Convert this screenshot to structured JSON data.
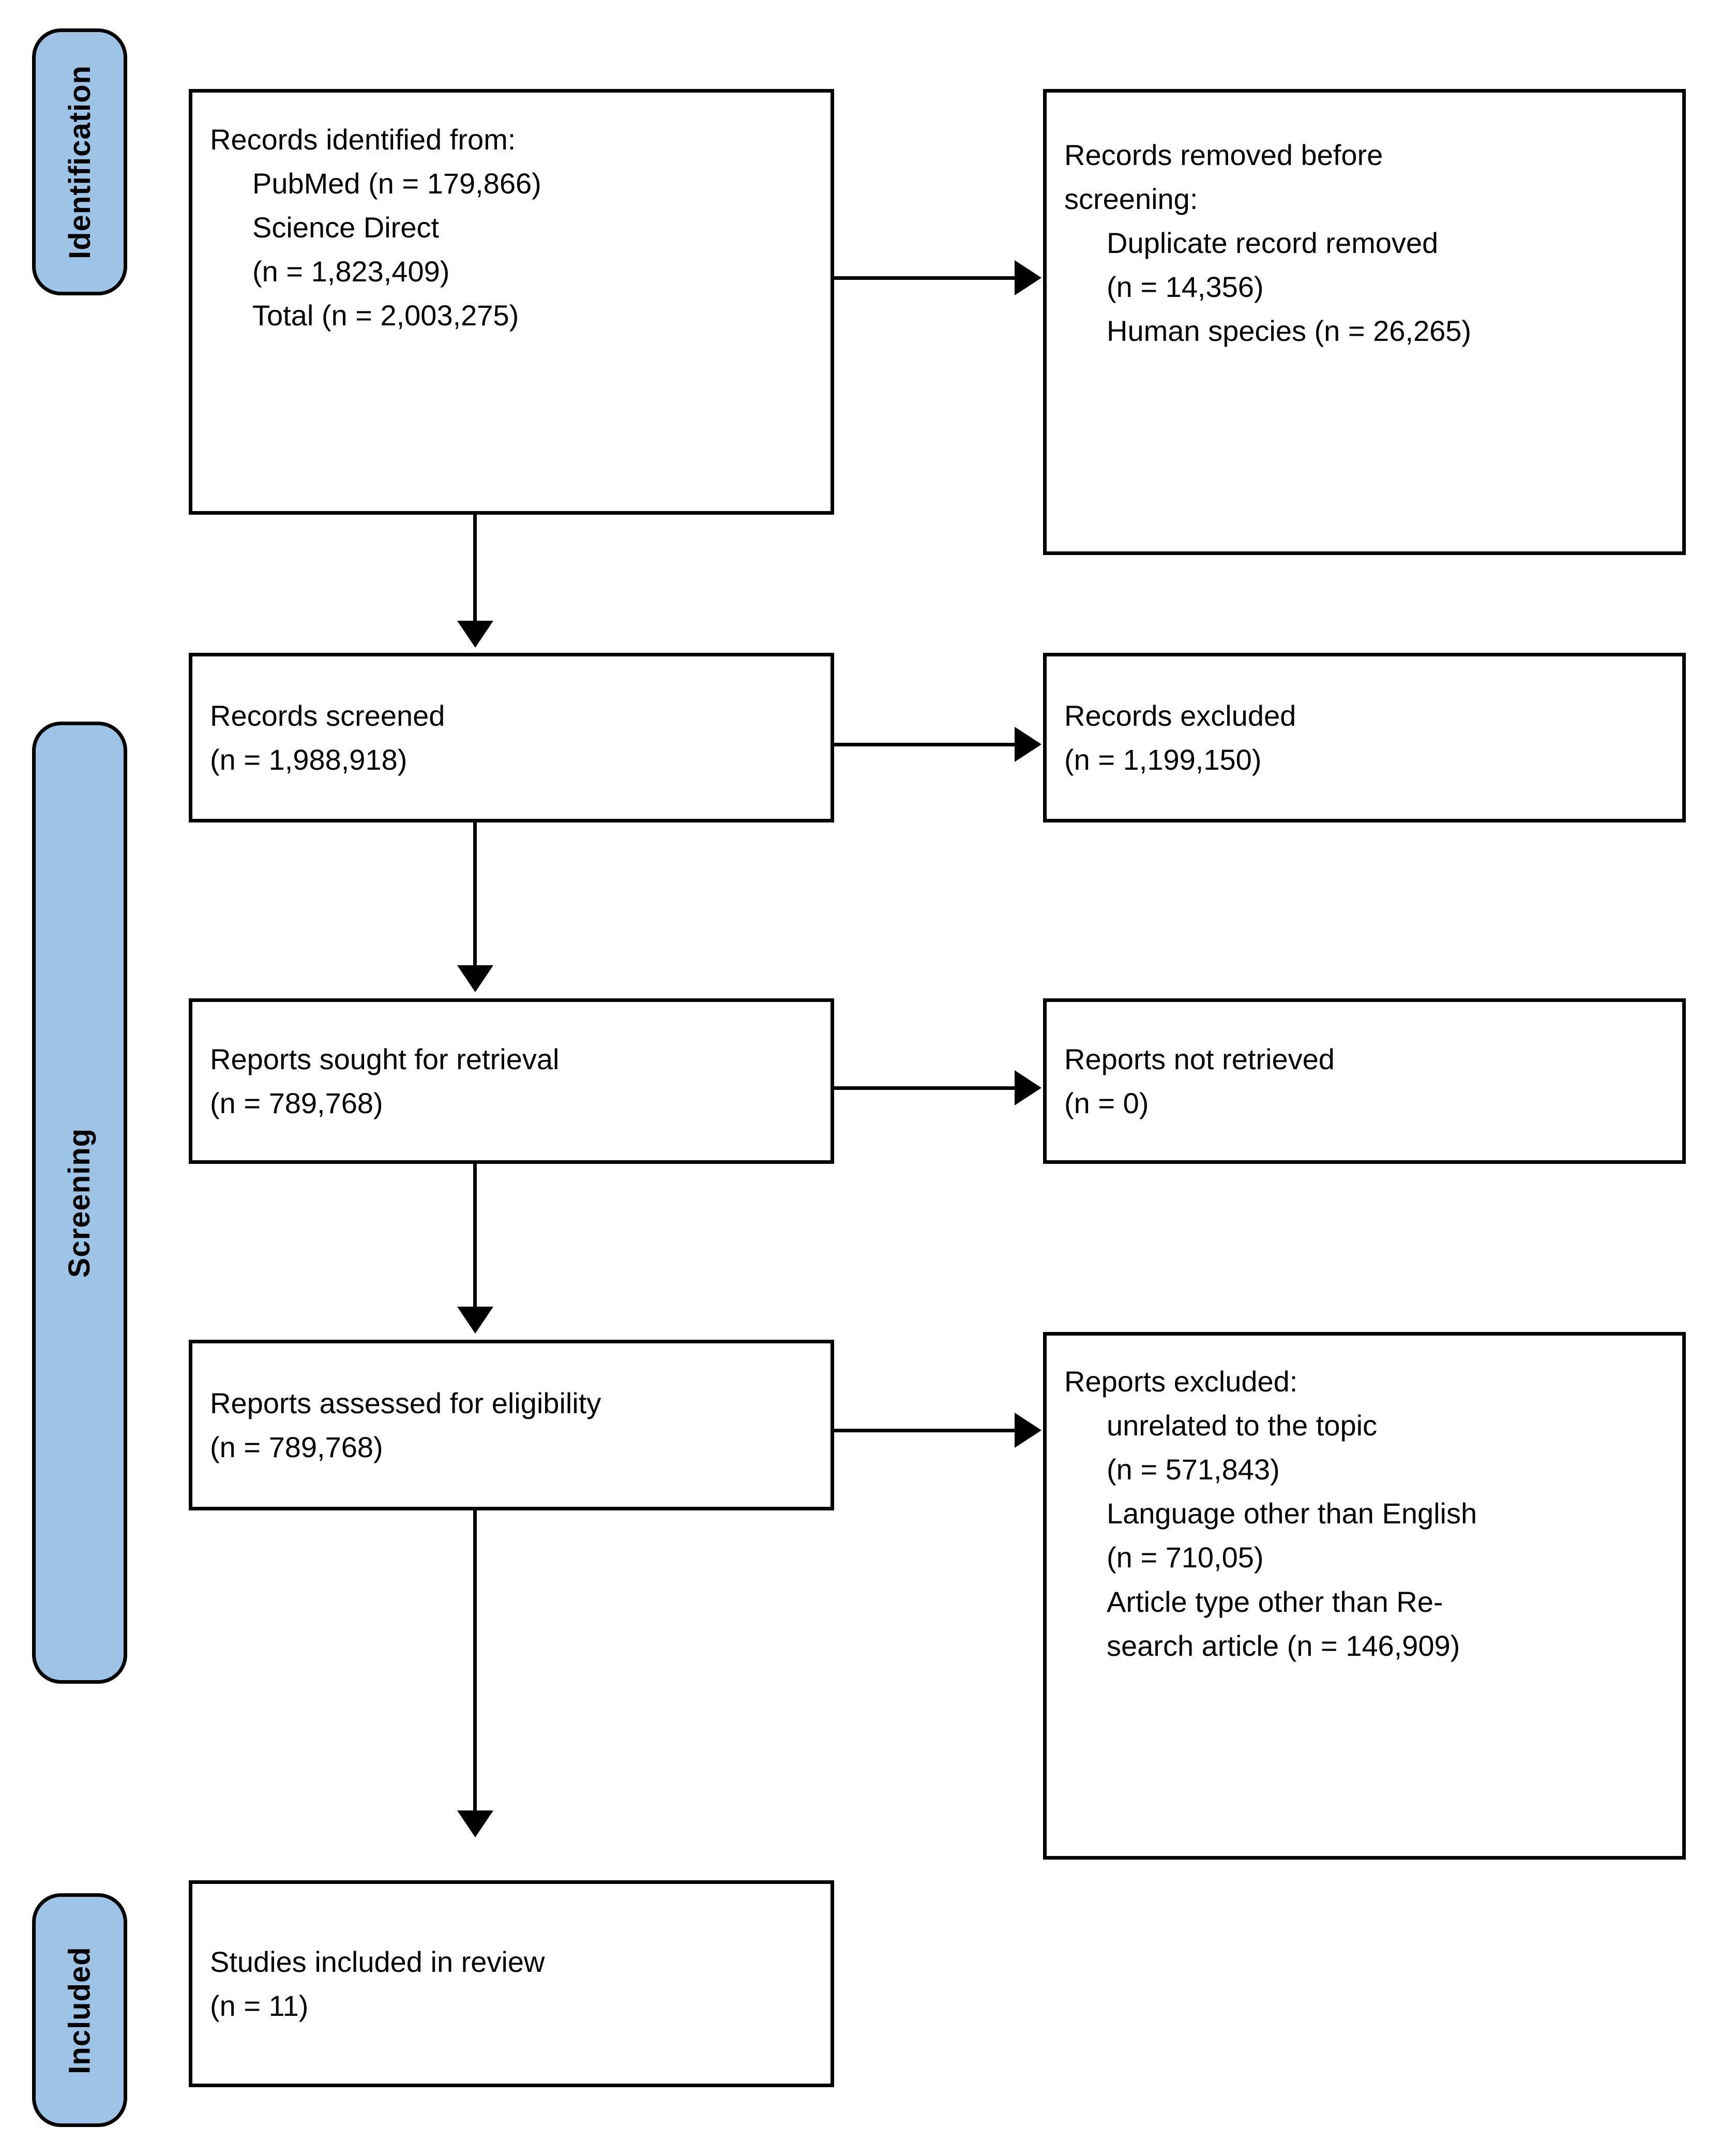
{
  "diagram": {
    "title": "PRISMA flow diagram",
    "accent_color": "#9DC3E6",
    "border_color": "#000000",
    "background_color": "#FFFFFF"
  },
  "stages": [
    {
      "id": "identification",
      "label": "Identification"
    },
    {
      "id": "screening",
      "label": "Screening"
    },
    {
      "id": "included",
      "label": "Included"
    }
  ],
  "boxes": {
    "records_identified": {
      "lines": [
        "Records identified from:",
        "PubMed (n = 179,866)",
        "Science Direct",
        "(n = 1,823,409)",
        "Total (n = 2,003,275)"
      ]
    },
    "records_removed": {
      "lines": [
        "Records removed ",
        "before",
        "screening",
        ":",
        "Duplicate record removed",
        "(n = 14,356)",
        "Human species (n = 26,265)"
      ],
      "l1_plain": "Records removed ",
      "l1_ital": "before",
      "l2_ital": "screening",
      "l2_plain": ":",
      "l3": "Duplicate record removed",
      "l4": "(n = 14,356)",
      "l5": "Human species (n = 26,265)"
    },
    "records_screened": {
      "lines": [
        "Records screened",
        "(n = 1,988,918)"
      ]
    },
    "records_excluded": {
      "lines": [
        "Records excluded",
        "(n = 1,199,150)"
      ]
    },
    "reports_sought": {
      "lines": [
        "Reports sought for retrieval",
        "(n = 789,768)"
      ]
    },
    "reports_not_retrieved": {
      "lines": [
        "Reports not retrieved",
        "(n = 0)"
      ]
    },
    "reports_assessed": {
      "lines": [
        "Reports assessed for eligibility",
        "(n = 789,768)"
      ]
    },
    "reports_excluded": {
      "lines": [
        "Reports excluded:",
        "unrelated to the topic",
        "(n = 571,843)",
        "Language other than English",
        "(n = 710,05)",
        "Article type other than Re-",
        "search article (n = 146,909)"
      ]
    },
    "studies_included": {
      "lines": [
        "Studies included in review",
        "(n = 11)"
      ]
    }
  },
  "chart_data": {
    "type": "diagram",
    "title": "PRISMA 2020 flow diagram",
    "nodes": [
      {
        "id": "records_identified",
        "stage": "Identification",
        "label": "Records identified from",
        "values": {
          "PubMed": 179866,
          "Science Direct": 1823409,
          "Total": 2003275
        }
      },
      {
        "id": "records_removed",
        "stage": "Identification",
        "label": "Records removed before screening",
        "values": {
          "Duplicate record removed": 14356,
          "Human species": 26265
        }
      },
      {
        "id": "records_screened",
        "stage": "Screening",
        "label": "Records screened",
        "values": {
          "n": 1988918
        }
      },
      {
        "id": "records_excluded",
        "stage": "Screening",
        "label": "Records excluded",
        "values": {
          "n": 1199150
        }
      },
      {
        "id": "reports_sought",
        "stage": "Screening",
        "label": "Reports sought for retrieval",
        "values": {
          "n": 789768
        }
      },
      {
        "id": "reports_not_retrieved",
        "stage": "Screening",
        "label": "Reports not retrieved",
        "values": {
          "n": 0
        }
      },
      {
        "id": "reports_assessed",
        "stage": "Screening",
        "label": "Reports assessed for eligibility",
        "values": {
          "n": 789768
        }
      },
      {
        "id": "reports_excluded",
        "stage": "Screening",
        "label": "Reports excluded",
        "values": {
          "unrelated to the topic": 571843,
          "Language other than English": "710,05",
          "Article type other than Research article": 146909
        }
      },
      {
        "id": "studies_included",
        "stage": "Included",
        "label": "Studies included in review",
        "values": {
          "n": 11
        }
      }
    ],
    "edges": [
      {
        "from": "records_identified",
        "to": "records_removed",
        "direction": "right"
      },
      {
        "from": "records_identified",
        "to": "records_screened",
        "direction": "down"
      },
      {
        "from": "records_screened",
        "to": "records_excluded",
        "direction": "right"
      },
      {
        "from": "records_screened",
        "to": "reports_sought",
        "direction": "down"
      },
      {
        "from": "reports_sought",
        "to": "reports_not_retrieved",
        "direction": "right"
      },
      {
        "from": "reports_sought",
        "to": "reports_assessed",
        "direction": "down"
      },
      {
        "from": "reports_assessed",
        "to": "reports_excluded",
        "direction": "right"
      },
      {
        "from": "reports_assessed",
        "to": "studies_included",
        "direction": "down"
      }
    ]
  }
}
